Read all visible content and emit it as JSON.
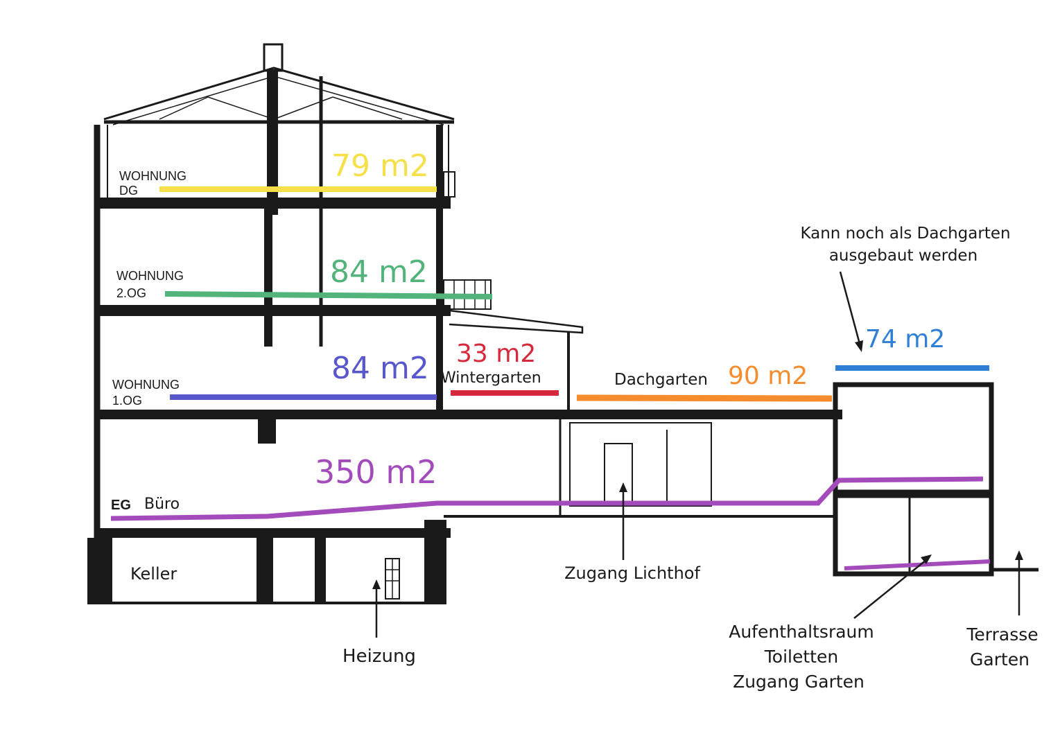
{
  "floors": {
    "dg": {
      "label_1": "WOHNUNG",
      "label_2": "DG",
      "area": "79 m2",
      "color": "#f5e04a"
    },
    "og2": {
      "label_1": "WOHNUNG",
      "label_2": "2.OG",
      "area": "84 m2",
      "color": "#52b47a"
    },
    "og1": {
      "label_1": "WOHNUNG",
      "label_2": "1.OG",
      "area": "84 m2",
      "color": "#5858cc"
    },
    "eg": {
      "label_1": "EG",
      "label_2": "Büro",
      "area": "350 m2",
      "color": "#a44bbb"
    }
  },
  "wintergarten": {
    "area": "33 m2",
    "label": "Wintergarten",
    "color": "#d6283a"
  },
  "dachgarten": {
    "label": "Dachgarten",
    "area": "90 m2",
    "color": "#f78c2e"
  },
  "annex_roof": {
    "area": "74 m2",
    "color": "#2f7fd6"
  },
  "annotations": {
    "dachgarten_note_1": "Kann noch als Dachgarten",
    "dachgarten_note_2": "ausgebaut werden",
    "keller": "Keller",
    "heizung": "Heizung",
    "zugang_lichthof": "Zugang Lichthof",
    "aufenthalt_1": "Aufenthaltsraum",
    "aufenthalt_2": "Toiletten",
    "aufenthalt_3": "Zugang Garten",
    "terrasse_1": "Terrasse",
    "terrasse_2": "Garten"
  },
  "colors": {
    "ink": "#1a1a1a",
    "paper": "#ffffff"
  }
}
